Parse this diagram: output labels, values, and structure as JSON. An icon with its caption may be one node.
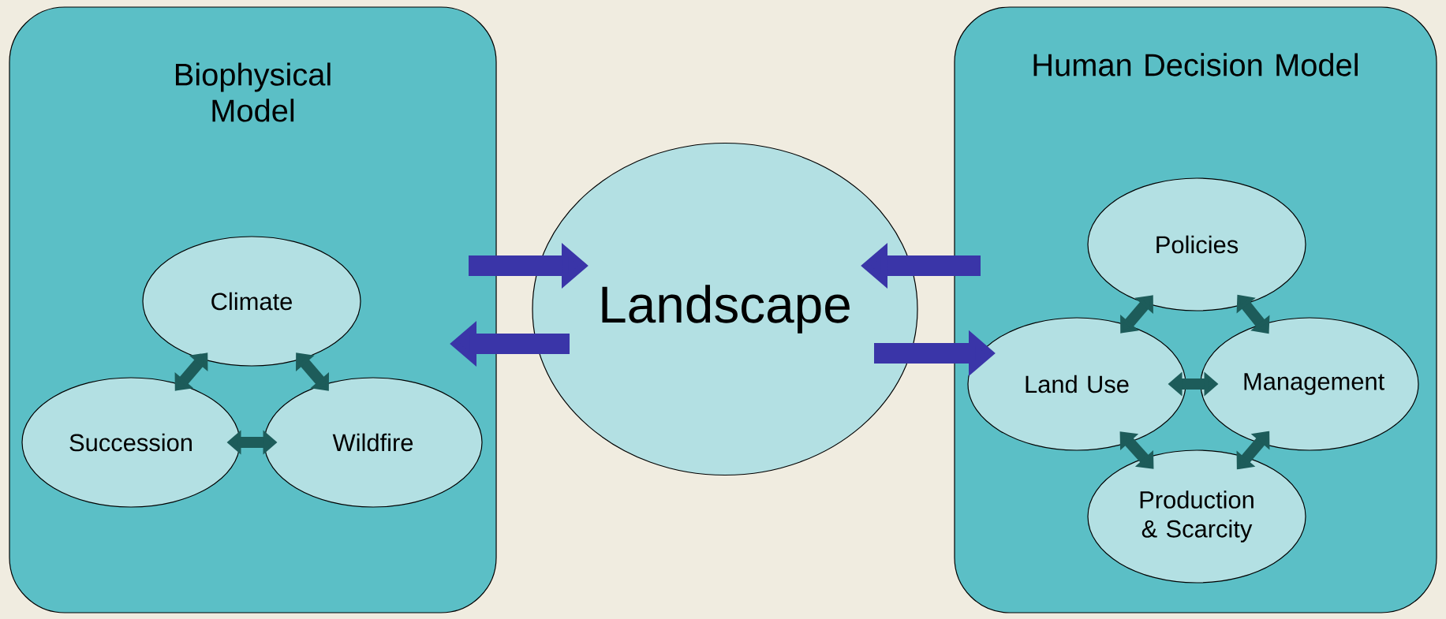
{
  "diagram": {
    "nodes": [
      {
        "text": [
          "Biophysical Model"
        ]
      },
      {
        "text": [
          "Climate"
        ],
        "in": 0
      },
      {
        "text": [
          "Succession"
        ],
        "in": 0
      },
      {
        "text": [
          "Wildfire"
        ],
        "in": 0
      },
      {
        "text": [
          "Landscape"
        ]
      },
      {
        "text": [
          "Human Decision Model"
        ]
      },
      {
        "text": [
          "Policies"
        ],
        "in": 5
      },
      {
        "text": [
          "Land Use"
        ],
        "in": 5
      },
      {
        "text": [
          "Management"
        ],
        "in": 5
      },
      {
        "text": [
          "Production & Scarcity"
        ],
        "in": 5
      }
    ],
    "edges": [
      {
        "from": 1,
        "to": 2,
        "arrow": "both"
      },
      {
        "from": 1,
        "to": 3,
        "arrow": "both"
      },
      {
        "from": 2,
        "to": 3,
        "arrow": "both"
      },
      {
        "from": 6,
        "to": 7,
        "arrow": "both"
      },
      {
        "from": 6,
        "to": 8,
        "arrow": "both"
      },
      {
        "from": 7,
        "to": 8,
        "arrow": "both"
      },
      {
        "from": 7,
        "to": 9,
        "arrow": "both"
      },
      {
        "from": 8,
        "to": 9,
        "arrow": "both"
      },
      {
        "from": 0,
        "to": 4,
        "arrow": "to",
        "style": "thick",
        "color": "#3a35a8"
      },
      {
        "from": 4,
        "to": 0,
        "arrow": "to",
        "style": "thick",
        "color": "#3a35a8"
      },
      {
        "from": 5,
        "to": 4,
        "arrow": "to",
        "style": "thick",
        "color": "#3a35a8"
      },
      {
        "from": 4,
        "to": 5,
        "arrow": "to",
        "style": "thick",
        "color": "#3a35a8"
      }
    ]
  }
}
